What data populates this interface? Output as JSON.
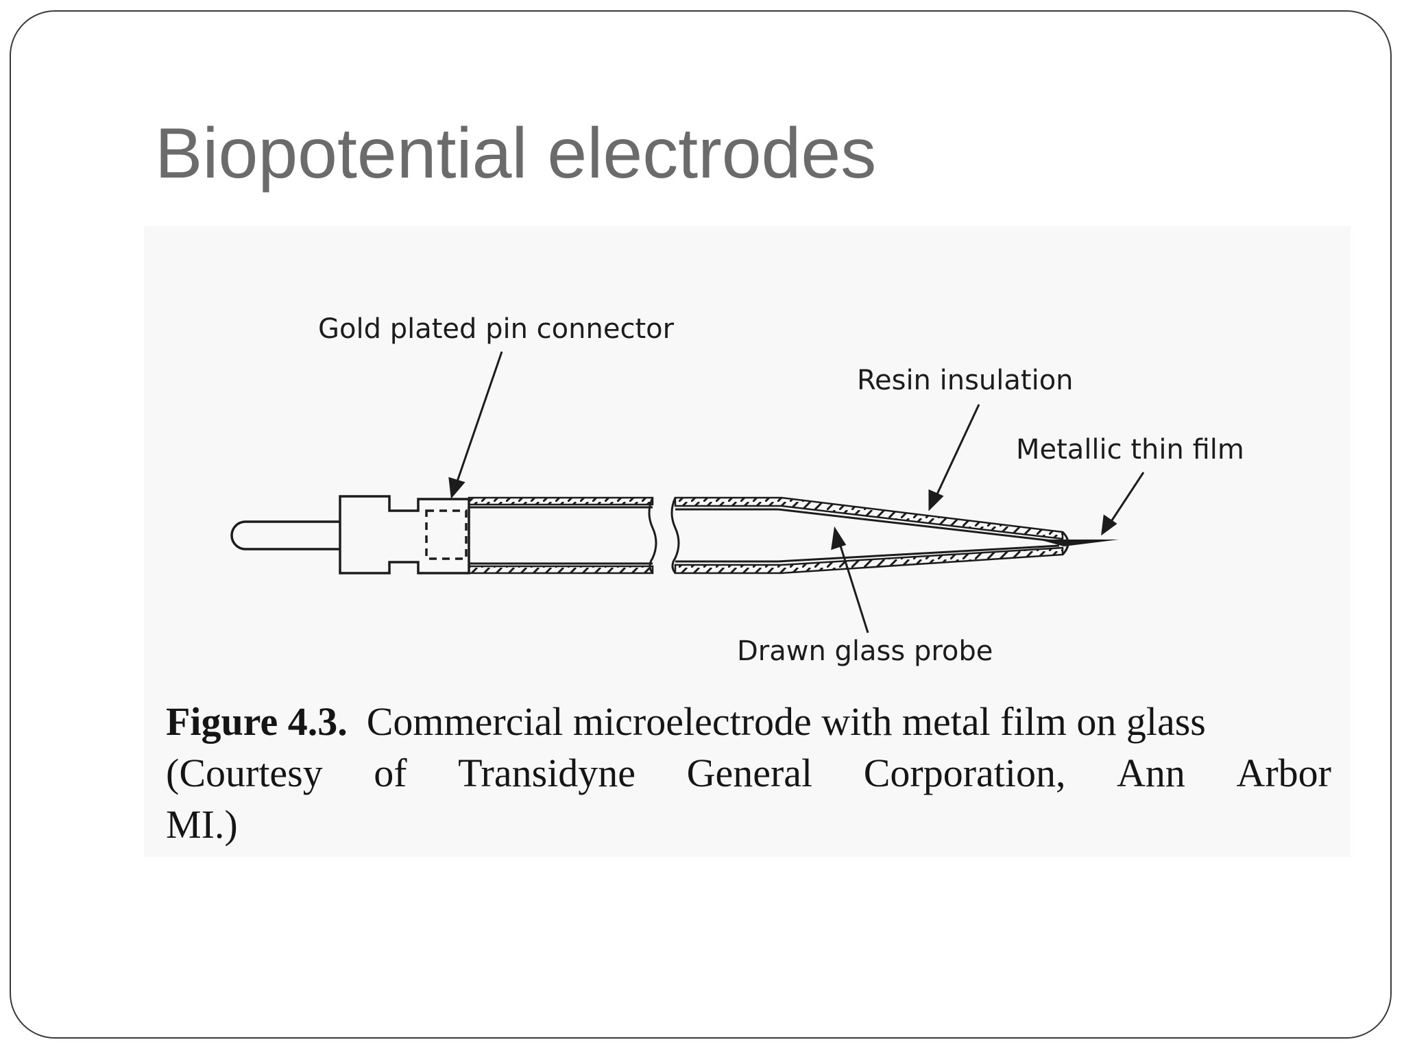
{
  "slide": {
    "title": "Biopotential electrodes"
  },
  "diagram": {
    "labels": {
      "pin_connector": "Gold plated pin connector",
      "resin": "Resin insulation",
      "metal_film": "Metallic thin film",
      "glass_probe": "Drawn glass probe"
    }
  },
  "caption": {
    "figure_number": "Figure 4.3.",
    "line1_text": "Commercial microelectrode with metal film on glass",
    "line2_words": [
      "(Courtesy",
      "of",
      "Transidyne",
      "General",
      "Corporation,",
      "Ann",
      "Arbor"
    ],
    "line3_text": "MI.)"
  },
  "colors": {
    "title": "#6b6b6b",
    "frame_border": "#3a3a3a",
    "ink": "#1c1c1c"
  }
}
